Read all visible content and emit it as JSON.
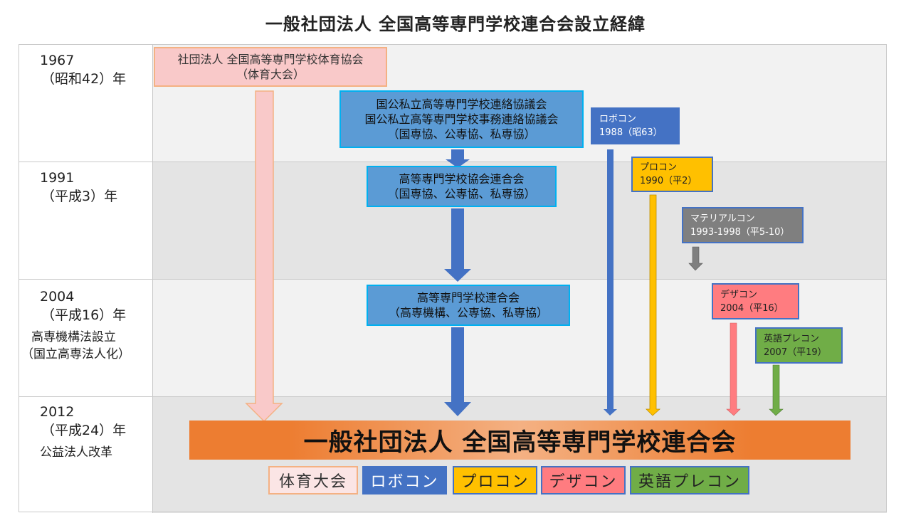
{
  "title": "一般社団法人 全国高等専門学校連合会設立経緯",
  "rows": [
    {
      "year": "1967",
      "era": "（昭和42）年",
      "note": ""
    },
    {
      "year": "1991",
      "era": "（平成3）年",
      "note": ""
    },
    {
      "year": "2004",
      "era": "（平成16）年",
      "note_line1": "高専機構法設立",
      "note_line2": "（国立高専法人化）"
    },
    {
      "year": "2012",
      "era": "（平成24）年",
      "note": "公益法人改革"
    }
  ],
  "boxes": {
    "sports_assoc_line1": "社団法人 全国高等専門学校体育協会",
    "sports_assoc_line2": "（体育大会）",
    "liaison_line1": "国公私立高等専門学校連絡協議会",
    "liaison_line2": "国公私立高等専門学校事務連絡協議会",
    "liaison_line3": "（国専協、公専協、私専協）",
    "assoc_fed_line1": "高等専門学校協会連合会",
    "assoc_fed_line2": "（国専協、公専協、私専協）",
    "kosen_fed_line1": "高等専門学校連合会",
    "kosen_fed_line2": "（高専機構、公専協、私専協）",
    "robocon_name": "ロボコン",
    "robocon_year": "1988（昭63）",
    "procon_name": "プロコン",
    "procon_year": "1990（平2）",
    "material_name": "マテリアルコン",
    "material_year": "1993-1998（平5-10）",
    "design_name": "デザコン",
    "design_year": "2004（平16）",
    "english_name": "英語プレコン",
    "english_year": "2007（平19）"
  },
  "final_org": "一般社団法人 全国高等専門学校連合会",
  "tags": [
    "体育大会",
    "ロボコン",
    "プロコン",
    "デザコン",
    "英語プレコン"
  ],
  "colors": {
    "pink": "#f9c9c9",
    "blue": "#4472c4",
    "light_blue": "#5b9bd5",
    "yellow": "#ffc000",
    "gray": "#7f7f7f",
    "salmon": "#ff7c80",
    "green": "#70ad47",
    "orange": "#ed7d31"
  }
}
